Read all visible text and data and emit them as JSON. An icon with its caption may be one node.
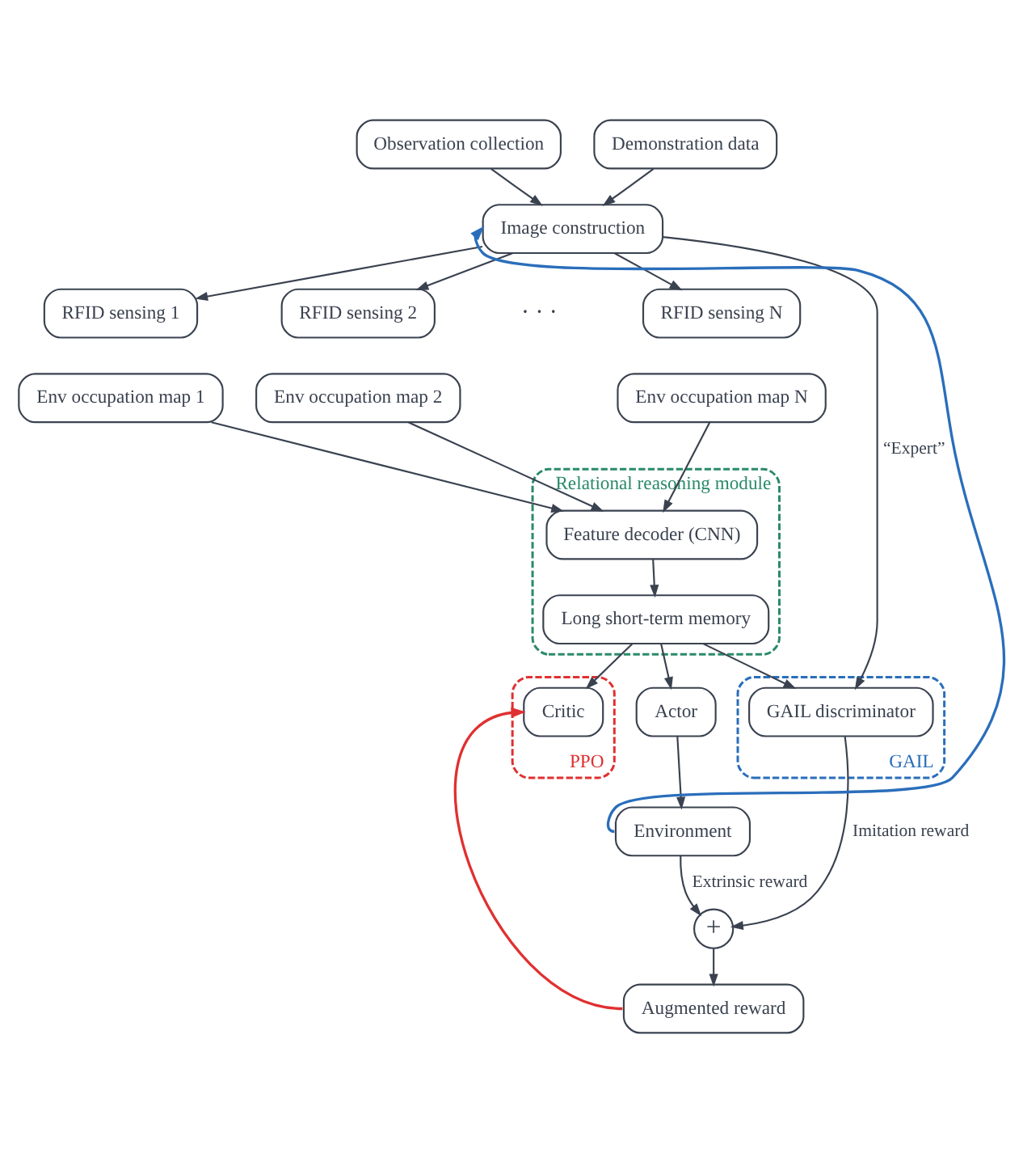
{
  "diagram": {
    "nodes": [
      {
        "text": [
          "Observation collection"
        ]
      },
      {
        "text": [
          "Demonstration data"
        ]
      },
      {
        "text": [
          "Image construction"
        ]
      },
      {
        "text": [
          "RFID sensing 1"
        ]
      },
      {
        "text": [
          "Env occupation map 1"
        ]
      },
      {
        "text": [
          "RFID sensing 2"
        ]
      },
      {
        "text": [
          "Env occupation map 2"
        ]
      },
      {
        "text": [
          "RFID sensing N"
        ]
      },
      {
        "text": [
          "Env occupation map N"
        ]
      },
      {
        "text": [
          "Relational reasoning module"
        ]
      },
      {
        "text": [
          "Feature decoder (CNN)"
        ],
        "in": 9
      },
      {
        "text": [
          "Long short-term memory"
        ],
        "in": 9
      },
      {
        "text": [
          "PPO"
        ]
      },
      {
        "text": [
          "Critic"
        ],
        "in": 12
      },
      {
        "text": [
          "Actor"
        ]
      },
      {
        "text": [
          "GAIL"
        ]
      },
      {
        "text": [
          "GAIL discriminator"
        ],
        "in": 15
      },
      {
        "text": [
          "Environment"
        ]
      },
      {
        "text": [
          "+"
        ]
      },
      {
        "text": [
          "Augmented reward"
        ]
      }
    ],
    "edges": [
      {
        "from": 0,
        "to": 2,
        "arrow": "to"
      },
      {
        "from": 1,
        "to": 2,
        "arrow": "to"
      },
      {
        "from": 2,
        "to": 3,
        "arrow": "to"
      },
      {
        "from": 2,
        "to": 5,
        "arrow": "to"
      },
      {
        "from": 2,
        "to": 7,
        "arrow": "to"
      },
      {
        "from": 4,
        "to": 10,
        "arrow": "to"
      },
      {
        "from": 6,
        "to": 10,
        "arrow": "to"
      },
      {
        "from": 8,
        "to": 10,
        "arrow": "to"
      },
      {
        "from": 10,
        "to": 11,
        "arrow": "to"
      },
      {
        "from": 11,
        "to": 13,
        "arrow": "to"
      },
      {
        "from": 11,
        "to": 14,
        "arrow": "to"
      },
      {
        "from": 11,
        "to": 16,
        "arrow": "to"
      },
      {
        "from": 2,
        "to": 16,
        "arrow": "to",
        "label": "“Expert”"
      },
      {
        "from": 14,
        "to": 17,
        "arrow": "to"
      },
      {
        "from": 16,
        "to": 18,
        "arrow": "to",
        "label": "Imitation reward"
      },
      {
        "from": 17,
        "to": 18,
        "arrow": "to",
        "label": "Extrinsic reward"
      },
      {
        "from": 18,
        "to": 19,
        "arrow": "to"
      },
      {
        "from": 17,
        "to": 2,
        "arrow": "to",
        "color": "#2a6ebb"
      },
      {
        "from": 19,
        "to": 13,
        "arrow": "to",
        "color": "#e03030"
      }
    ],
    "labels": [
      "· · ·"
    ]
  }
}
